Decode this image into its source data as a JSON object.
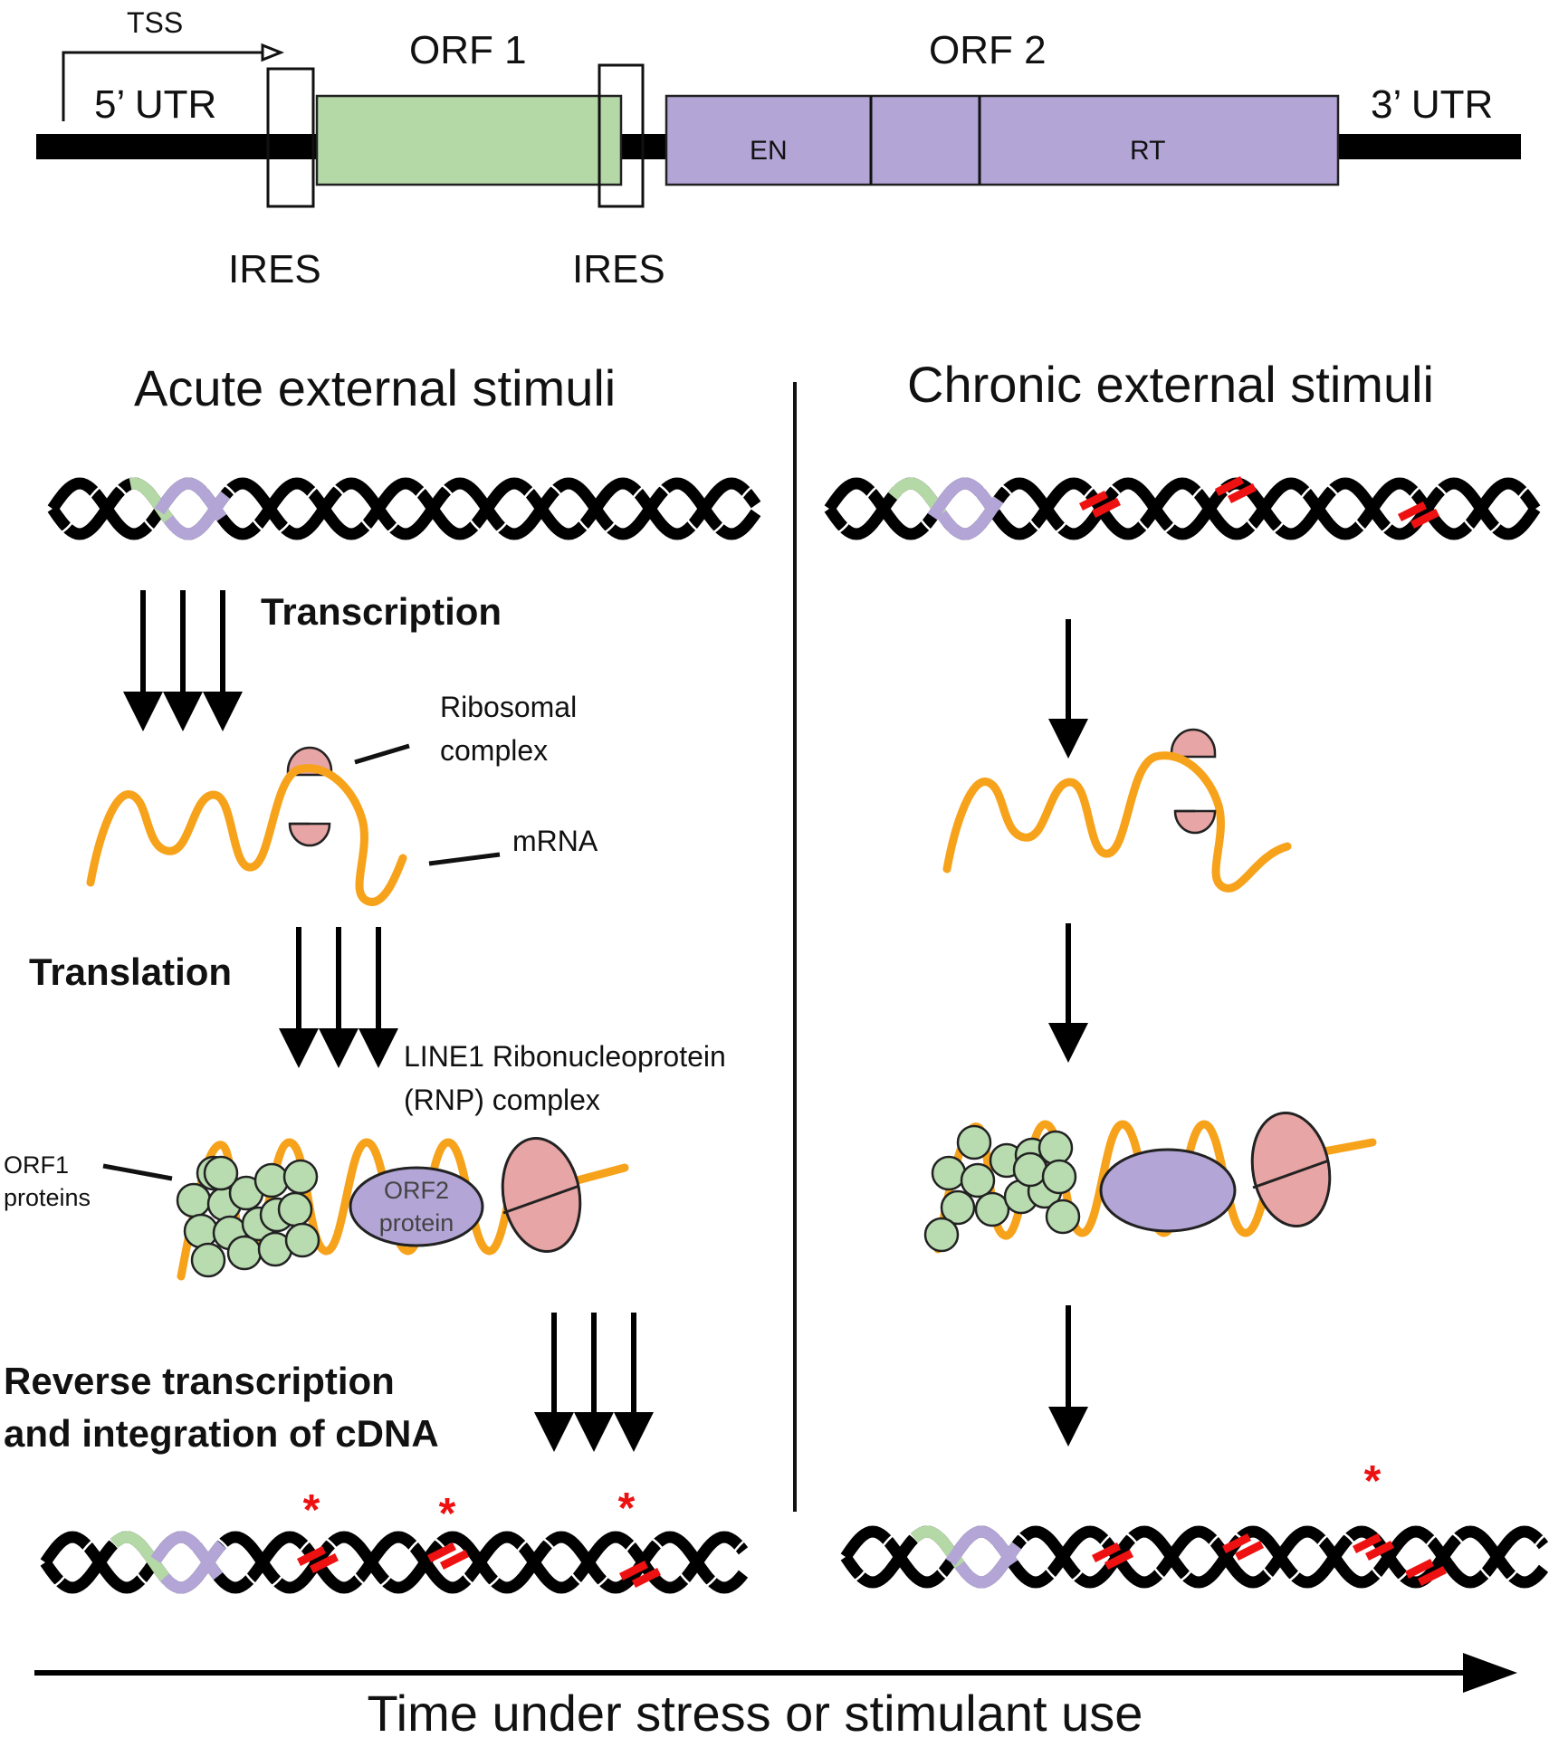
{
  "gene_map": {
    "tss_label": "TSS",
    "utr5_label": "5’ UTR",
    "utr3_label": "3’ UTR",
    "orf1_label": "ORF 1",
    "orf2_label": "ORF 2",
    "en_label": "EN",
    "rt_label": "RT",
    "ires_left_label": "IRES",
    "ires_right_label": "IRES"
  },
  "acute": {
    "heading": "Acute external stimuli",
    "transcription_label": "Transcription",
    "ribosome_label_line1": "Ribosomal",
    "ribosome_label_line2": "complex",
    "mrna_label": "mRNA",
    "translation_label": "Translation",
    "rnp_label_line1": "LINE1 Ribonucleoprotein",
    "rnp_label_line2": "(RNP) complex",
    "orf1_proteins_line1": "ORF1",
    "orf1_proteins_line2": "proteins",
    "orf2_protein_line1": "ORF2",
    "orf2_protein_line2": "protein",
    "rt_label_line1": "Reverse transcription",
    "rt_label_line2": "and integration of cDNA",
    "insertion_marks": [
      "*",
      "*",
      "*"
    ]
  },
  "chronic": {
    "heading": "Chronic external stimuli",
    "insertion_marks": [
      "*"
    ]
  },
  "timeline": {
    "label": "Time under stress or stimulant use"
  },
  "colors": {
    "orf1_green": "#b5d8a7",
    "orf2_purple": "#b3a5d6",
    "mrna_orange": "#f7a21b",
    "ribosome_pink": "#e8a5a5",
    "protein_green": "#b8dcb0",
    "insertion_red": "#ee1111"
  }
}
